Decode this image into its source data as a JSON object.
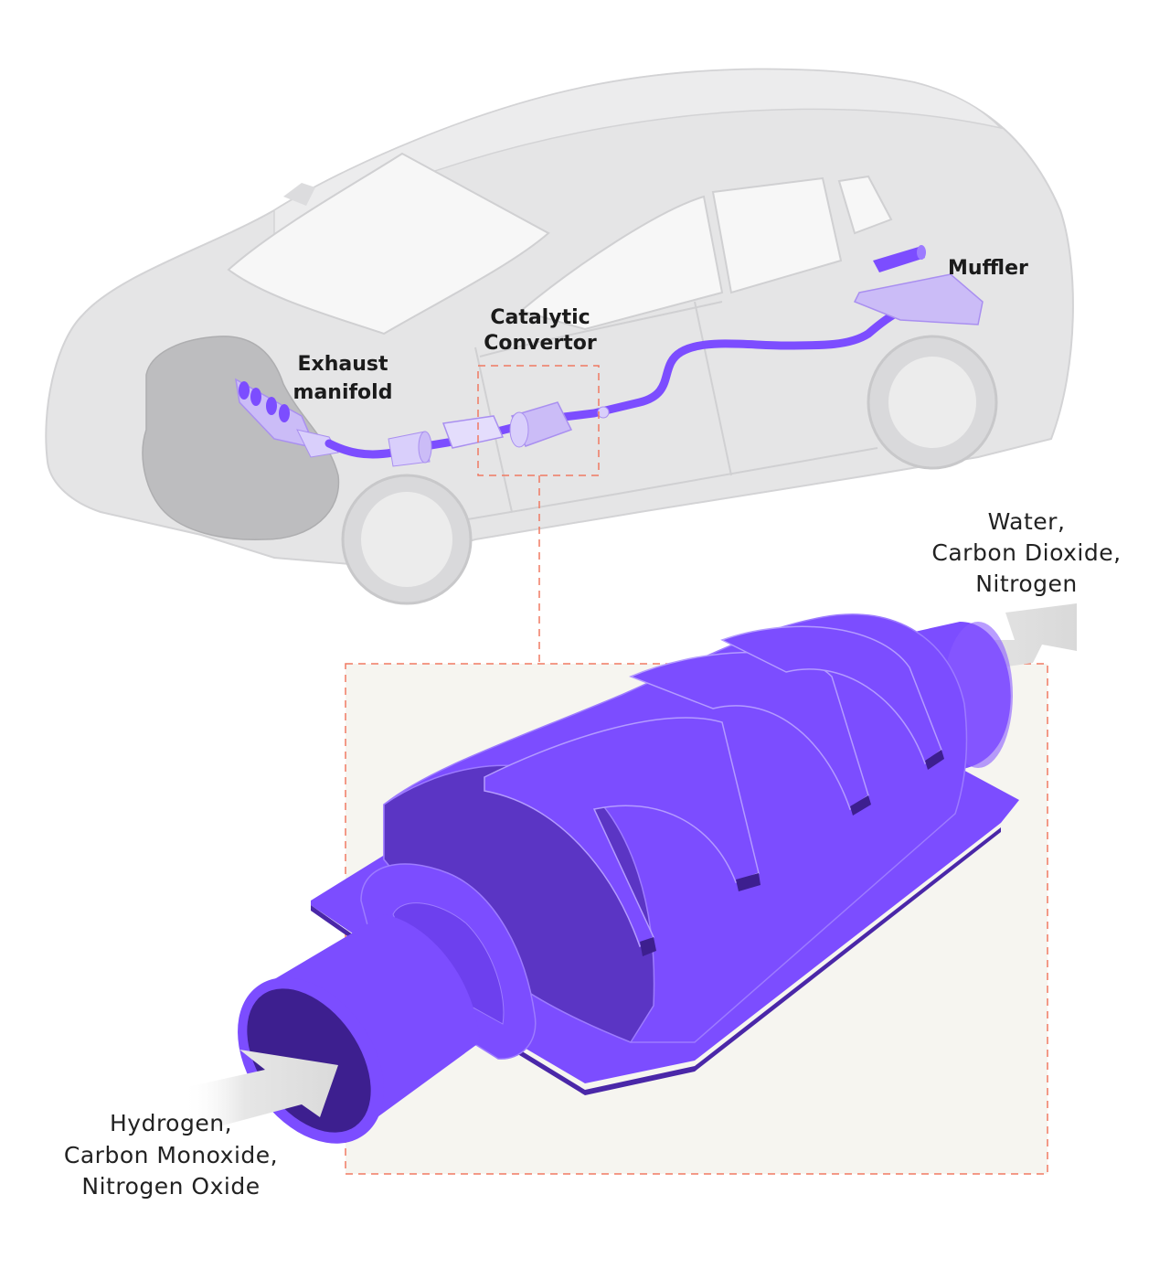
{
  "labels": {
    "muffler": "Muffler",
    "catalytic_line1": "Catalytic",
    "catalytic_line2": "Convertor",
    "exhaust_line1": "Exhaust",
    "exhaust_line2": "manifold",
    "output_line1": "Water,",
    "output_line2": "Carbon Dioxide,",
    "output_line3": "Nitrogen",
    "input_line1": "Hydrogen,",
    "input_line2": "Carbon Monoxide,",
    "input_line3": "Nitrogen Oxide"
  },
  "colors": {
    "car_body": "#e5e5e6",
    "car_line": "#cfcfd1",
    "engine": "#bdbdbf",
    "exhaust_pipe": "#7c4dff",
    "exhaust_light": "#cbbcf7",
    "converter_main": "#7c4dff",
    "converter_dark": "#5b35c4",
    "converter_inner": "#3d1f8f",
    "detail_box_bg": "#f6f5f0",
    "dashed_red": "#f07a62",
    "arrow_gray": "#e4e4e4"
  }
}
